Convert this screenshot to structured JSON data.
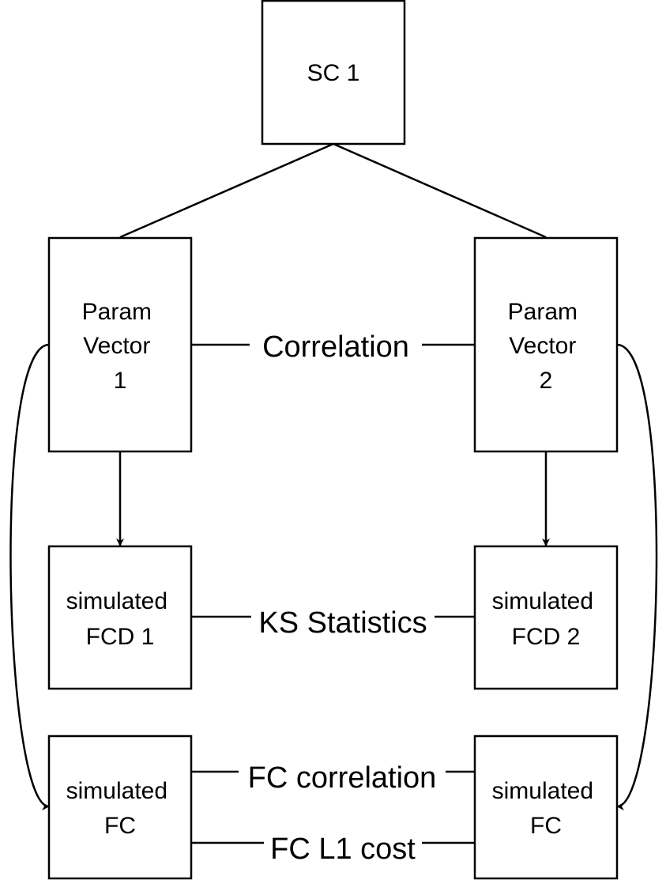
{
  "nodes": {
    "sc1": {
      "lines": [
        "SC 1"
      ]
    },
    "param1": {
      "lines": [
        "Param",
        "Vector",
        "1"
      ]
    },
    "param2": {
      "lines": [
        "Param",
        "Vector",
        "2"
      ]
    },
    "fcd1": {
      "lines": [
        "simulated",
        "FCD 1"
      ]
    },
    "fcd2": {
      "lines": [
        "simulated",
        "FCD 2"
      ]
    },
    "fc1": {
      "lines": [
        "simulated",
        "FC"
      ]
    },
    "fc2": {
      "lines": [
        "simulated",
        "FC"
      ]
    }
  },
  "edge_labels": {
    "correlation": "Correlation",
    "ks": "KS Statistics",
    "fc_corr": "FC correlation",
    "fc_l1": "FC L1 cost"
  }
}
